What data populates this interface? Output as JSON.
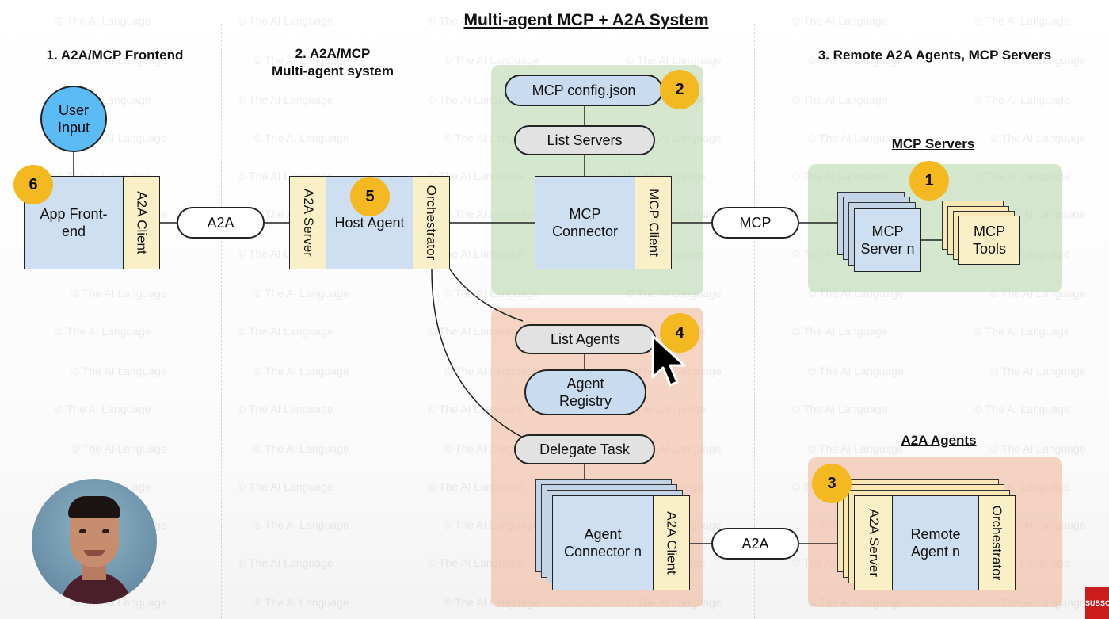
{
  "title": "Multi-agent MCP + A2A System",
  "sections": {
    "frontend": "1. A2A/MCP Frontend",
    "system_line1": "2. A2A/MCP",
    "system_line2": "Multi-agent system",
    "remote": "3. Remote A2A Agents, MCP Servers"
  },
  "subheadings": {
    "mcp_servers": "MCP Servers",
    "a2a_agents": "A2A Agents"
  },
  "nodes": {
    "user_input_1": "User",
    "user_input_2": "Input",
    "app_frontend_1": "App Front-",
    "app_frontend_2": "end",
    "a2a_client": "A2A Client",
    "a2a_server": "A2A Server",
    "host_agent": "Host Agent",
    "orchestrator": "Orchestrator",
    "mcp_config": "MCP config.json",
    "list_servers": "List Servers",
    "mcp_connector_1": "MCP",
    "mcp_connector_2": "Connector",
    "mcp_client": "MCP Client",
    "mcp_server_1": "MCP",
    "mcp_server_2": "Server n",
    "mcp_tools_1": "MCP",
    "mcp_tools_2": "Tools",
    "list_agents": "List Agents",
    "agent_registry_1": "Agent",
    "agent_registry_2": "Registry",
    "delegate_task": "Delegate Task",
    "agent_connector_1": "Agent",
    "agent_connector_2": "Connector n",
    "agent_a2a_client": "A2A Client",
    "remote_a2a_server": "A2A Server",
    "remote_agent_1": "Remote",
    "remote_agent_2": "Agent n",
    "remote_orchestrator": "Orchestrator"
  },
  "connectors": {
    "a2a_left": "A2A",
    "mcp": "MCP",
    "a2a_right": "A2A"
  },
  "badges": {
    "b1": "1",
    "b2": "2",
    "b3": "3",
    "b4": "4",
    "b5": "5",
    "b6": "6"
  },
  "watermark": "© The AI Language",
  "subscribe": "SUBSCR",
  "colors": {
    "green_region": "#b2d6a8",
    "salmon_region": "#eeb296",
    "blue_box": "#cddff0",
    "cream_box": "#f9f0c8",
    "badge": "#f4b820",
    "user_input": "#5bbcf5"
  }
}
